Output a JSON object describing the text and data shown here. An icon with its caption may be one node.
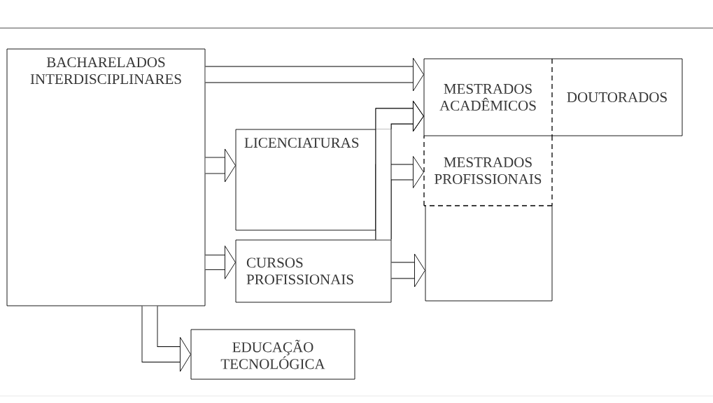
{
  "diagram": {
    "nodes": [
      {
        "text": [
          "BACHARELADOS INTERDISCIPLINARES"
        ]
      },
      {
        "text": [
          "LICENCIATURAS"
        ]
      },
      {
        "text": [
          "CURSOS PROFISSIONAIS"
        ]
      },
      {
        "text": [
          "EDUCAÇÃO TECNOLÓGICA"
        ]
      },
      {
        "text": [
          "MESTRADOS ACADÊMICOS"
        ]
      },
      {
        "text": [
          "DOUTORADOS"
        ]
      },
      {
        "text": [
          "MESTRADOS PROFISSIONAIS"
        ]
      },
      {
        "text": [],
        "shape": "box"
      }
    ],
    "edges": [
      {
        "from": 0,
        "to": 4,
        "arrow": "to"
      },
      {
        "from": 1,
        "to": 4,
        "arrow": "to"
      },
      {
        "from": 2,
        "to": 4,
        "arrow": "to"
      },
      {
        "from": 2,
        "to": 6,
        "arrow": "to"
      },
      {
        "from": 0,
        "to": 1,
        "arrow": "to"
      },
      {
        "from": 0,
        "to": 2,
        "arrow": "to"
      },
      {
        "from": 2,
        "to": 7,
        "arrow": "to"
      },
      {
        "from": 0,
        "to": 3,
        "arrow": "to"
      }
    ]
  }
}
